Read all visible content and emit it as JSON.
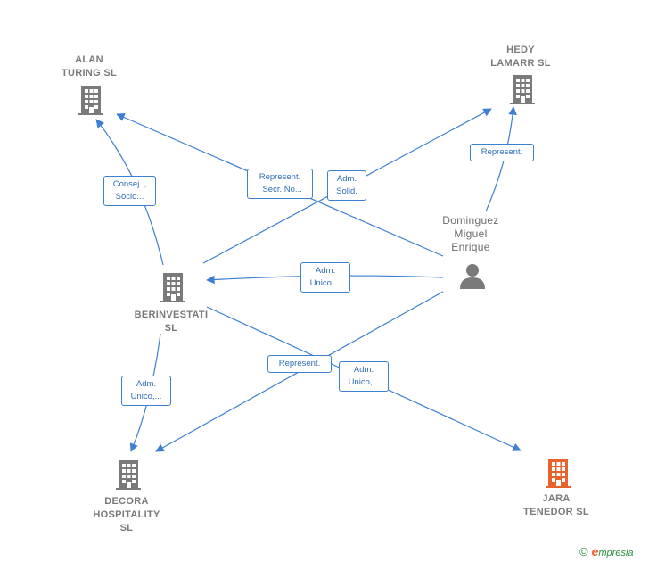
{
  "colors": {
    "edge": "#3d7fd1",
    "company": "#7a7a7a",
    "highlight": "#e8622c",
    "person": "#7a7a7a"
  },
  "nodes": {
    "alan": {
      "label": "ALAN\nTURING  SL",
      "icon": "building-icon"
    },
    "hedy": {
      "label": "HEDY\nLAMARR  SL",
      "icon": "building-icon"
    },
    "berin": {
      "label": "BERINVESTATI\nSL",
      "icon": "building-icon"
    },
    "decora": {
      "label": "DECORA\nHOSPITALITY\nSL",
      "icon": "building-icon"
    },
    "jara": {
      "label": "JARA\nTENEDOR  SL",
      "icon": "building-icon"
    },
    "person": {
      "label": "Dominguez\nMiguel\nEnrique",
      "icon": "person-icon"
    }
  },
  "edges": {
    "berin_alan": "Consej. ,\nSocio...",
    "person_alan": "Represent.\n, Secr. No...",
    "berin_hedy": "Adm.\nSolid.",
    "person_hedy": "Represent.",
    "person_berin": "Adm.\nUnico,...",
    "person_decora": "Represent.",
    "berin_jara": "Adm.\nUnico,...",
    "berin_decora": "Adm.\nUnico,..."
  },
  "brand": {
    "symbol": "©",
    "text": "mpresia",
    "initial": "e"
  }
}
